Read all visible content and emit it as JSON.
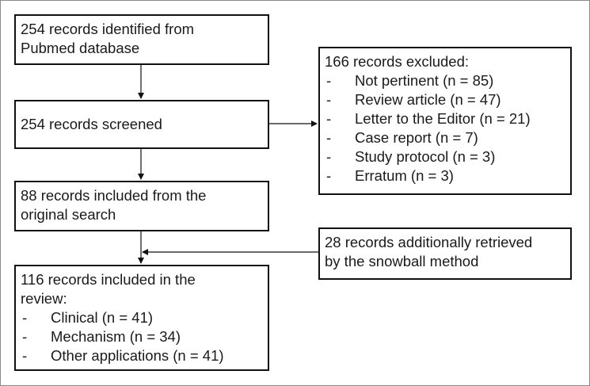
{
  "identified": {
    "lines": [
      "254 records identified from",
      "Pubmed database"
    ]
  },
  "screened": {
    "lines": [
      "254 records screened"
    ]
  },
  "excluded": {
    "heading": "166 records excluded:",
    "items": [
      "Not pertinent (n = 85)",
      "Review article (n = 47)",
      "Letter to the Editor (n = 21)",
      "Case report (n = 7)",
      "Study protocol (n = 3)",
      "Erratum (n = 3)"
    ],
    "bullet": "-"
  },
  "included_search": {
    "lines": [
      "88 records included from the",
      "original search"
    ]
  },
  "snowball": {
    "lines": [
      "28 records additionally retrieved",
      "by the snowball method"
    ]
  },
  "included_review": {
    "lines": [
      "116 records included in the",
      "review:"
    ],
    "items": [
      "Clinical (n = 41)",
      "Mechanism (n = 34)",
      "Other applications (n = 41)"
    ],
    "bullet": "-"
  }
}
